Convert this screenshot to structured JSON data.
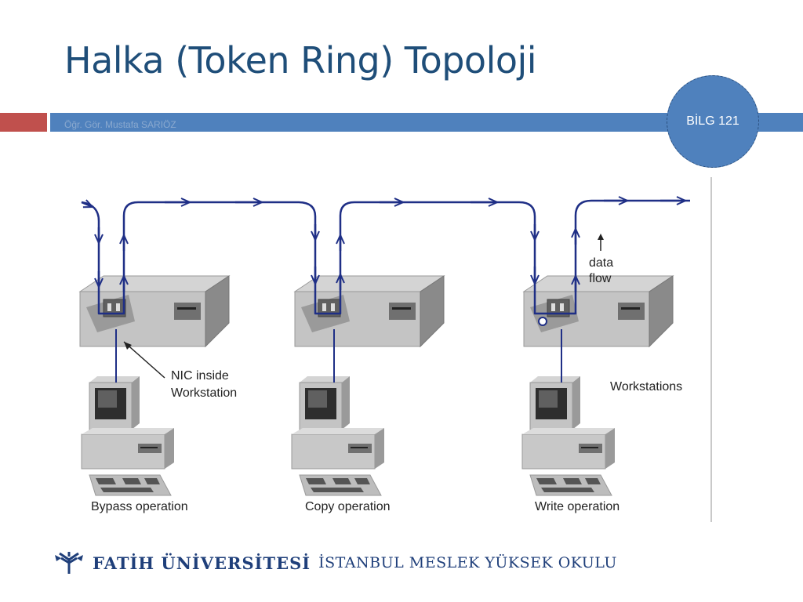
{
  "slide": {
    "title": "Halka (Token Ring) Topoloji",
    "author": "Öğr. Gör. Mustafa SARIÖZ",
    "course_badge": "BİLG 121"
  },
  "diagram": {
    "nic_label_line1": "NIC inside",
    "nic_label_line2": "Workstation",
    "data_flow_line1": "data",
    "data_flow_line2": "flow",
    "workstations_label": "Workstations",
    "operations": [
      "Bypass operation",
      "Copy operation",
      "Write operation"
    ]
  },
  "footer": {
    "university": "FATİH ÜNİVERSİTESİ",
    "school": "İSTANBUL MESLEK YÜKSEK OKULU"
  },
  "colors": {
    "title": "#1f4e79",
    "bar_blue": "#4f81bd",
    "bar_red": "#c0504d",
    "ring_line": "#1f2f86",
    "footer_text": "#1f3f7a"
  }
}
